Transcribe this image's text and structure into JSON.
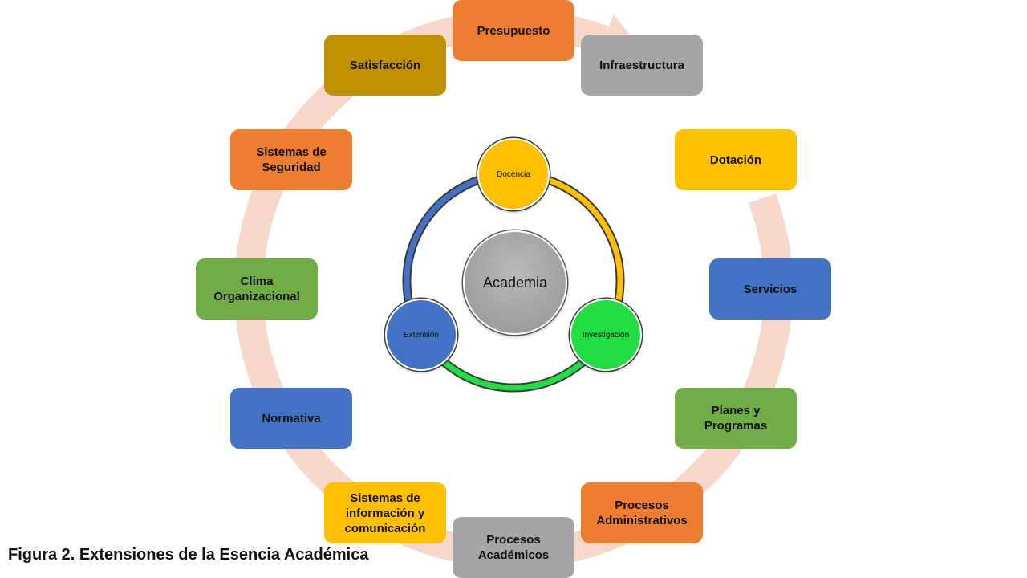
{
  "caption": "Figura 2. Extensiones de la Esencia Académica",
  "center": {
    "label": "Academia"
  },
  "core_nodes": [
    {
      "label": "Docencia",
      "color": "#FFC000"
    },
    {
      "label": "Investigación",
      "color": "#22DD44"
    },
    {
      "label": "Extensión",
      "color": "#4472C4"
    }
  ],
  "outer_cycle": [
    {
      "label": "Presupuesto",
      "color": "#ED7D31"
    },
    {
      "label": "Infraestructura",
      "color": "#A5A5A5"
    },
    {
      "label": "Dotación",
      "color": "#FFC000"
    },
    {
      "label": "Servicios",
      "color": "#4472C4"
    },
    {
      "label": "Planes y\nProgramas",
      "color": "#70AD47"
    },
    {
      "label": "Procesos\nAdministrativos",
      "color": "#ED7D31"
    },
    {
      "label": "Procesos\nAcadémicos",
      "color": "#A5A5A5"
    },
    {
      "label": "Sistemas de\ninformación  y\ncomunicación",
      "color": "#FFC000"
    },
    {
      "label": "Normativa",
      "color": "#4472C4"
    },
    {
      "label": "Clima\nOrganizacional",
      "color": "#70AD47"
    },
    {
      "label": "Sistemas de\nSeguridad",
      "color": "#ED7D31"
    },
    {
      "label": "Satisfacción",
      "color": "#BF9000"
    }
  ],
  "ring_color": "#F8D7CB"
}
